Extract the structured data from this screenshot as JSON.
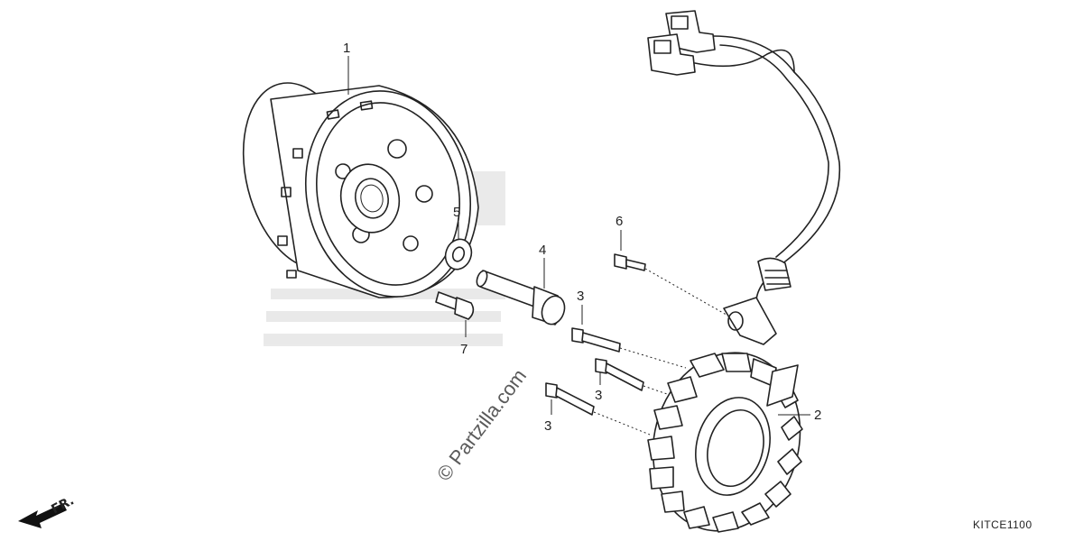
{
  "diagram": {
    "callouts": {
      "flywheel": "1",
      "stator": "2",
      "bolt_a": "3",
      "bolt_b": "3",
      "bolt_c": "3",
      "flange_bolt": "4",
      "washer": "5",
      "clamp_bolt": "6",
      "small_bolt": "7"
    },
    "watermark": "© Partzilla.com",
    "front_indicator": "FR.",
    "diagram_code": "KITCE1100"
  }
}
